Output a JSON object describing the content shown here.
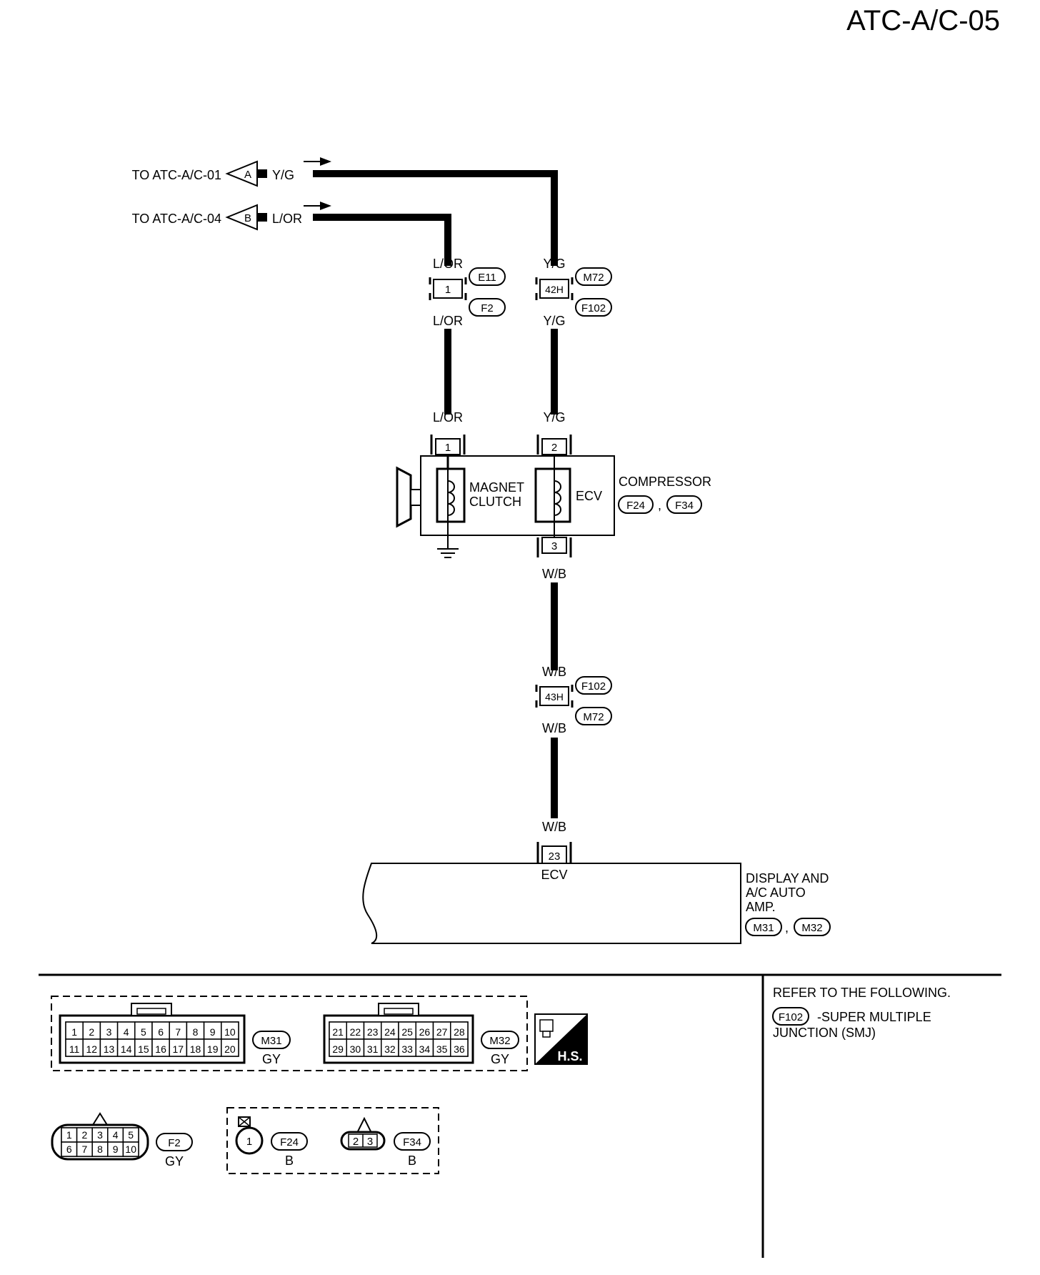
{
  "page_title": "ATC-A/C-05",
  "wires": {
    "to_a": "TO ATC-A/C-01",
    "to_b": "TO ATC-A/C-04",
    "flag_a": "A",
    "flag_b": "B",
    "yg": "Y/G",
    "lor": "L/OR",
    "wb": "W/B"
  },
  "connectors": {
    "e11": "E11",
    "f2": "F2",
    "m72": "M72",
    "f102": "F102",
    "pin_1": "1",
    "pin_42h": "42H",
    "pin_43h": "43H",
    "pin_23": "23",
    "pin_2": "2",
    "pin_3": "3",
    "sep": ","
  },
  "compressor": {
    "label": "COMPRESSOR",
    "conn_a": "F24",
    "conn_b": "F34",
    "clutch_line1": "MAGNET",
    "clutch_line2": "CLUTCH",
    "ecv": "ECV"
  },
  "amp": {
    "line1": "DISPLAY AND",
    "line2": "A/C AUTO",
    "line3": "AMP.",
    "conn_a": "M31",
    "conn_b": "M32",
    "terminal_label": "ECV"
  },
  "connector_views": {
    "m31": {
      "name": "M31",
      "color": "GY",
      "row1": [
        "1",
        "2",
        "3",
        "4",
        "5",
        "6",
        "7",
        "8",
        "9",
        "10"
      ],
      "row2": [
        "11",
        "12",
        "13",
        "14",
        "15",
        "16",
        "17",
        "18",
        "19",
        "20"
      ]
    },
    "m32": {
      "name": "M32",
      "color": "GY",
      "row1": [
        "21",
        "22",
        "23",
        "24",
        "25",
        "26",
        "27",
        "28"
      ],
      "row2": [
        "29",
        "30",
        "31",
        "32",
        "33",
        "34",
        "35",
        "36"
      ]
    },
    "f2": {
      "name": "F2",
      "color": "GY",
      "row1": [
        "1",
        "2",
        "3",
        "4",
        "5"
      ],
      "row2": [
        "6",
        "7",
        "8",
        "9",
        "10"
      ]
    },
    "f24": {
      "name": "F24",
      "color": "B",
      "pin": "1"
    },
    "f34": {
      "name": "F34",
      "color": "B",
      "pins": [
        "2",
        "3"
      ]
    },
    "hs_badge": "H.S."
  },
  "note": {
    "line1": "REFER TO THE FOLLOWING.",
    "ref": "F102",
    "line2": "-SUPER MULTIPLE",
    "line3": "JUNCTION (SMJ)"
  }
}
